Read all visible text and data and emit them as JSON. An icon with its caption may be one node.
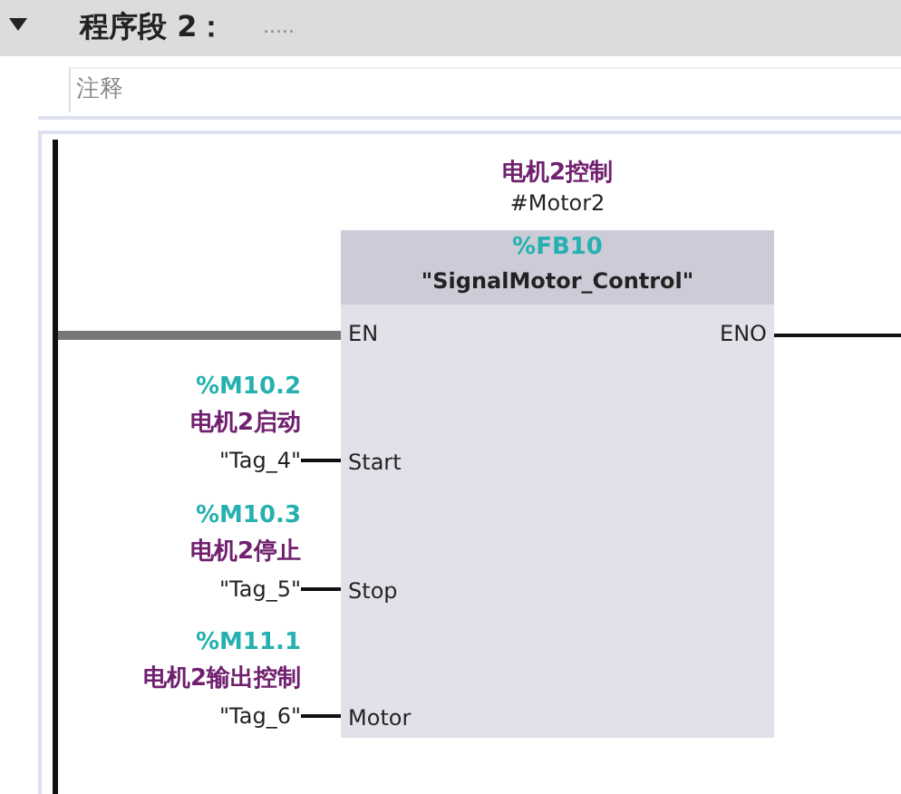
{
  "diagram": {
    "title": "程序段 2：",
    "nodes": [
      {
        "text": [
          "电机2控制",
          "#Motor2",
          "%FB10",
          "\"SignalMotor_Control\""
        ]
      },
      {
        "text": [
          "EN"
        ],
        "in": 0
      },
      {
        "text": [
          "ENO"
        ],
        "in": 0
      },
      {
        "text": [
          "Start"
        ],
        "in": 0
      },
      {
        "text": [
          "Stop"
        ],
        "in": 0
      },
      {
        "text": [
          "Motor"
        ],
        "in": 0
      },
      {
        "text": [],
        "shape": "bar"
      },
      {
        "text": [
          "%M10.2",
          "电机2启动",
          "\"Tag_4\""
        ]
      },
      {
        "text": [
          "%M10.3",
          "电机2停止",
          "\"Tag_5\""
        ]
      },
      {
        "text": [
          "%M11.1",
          "电机2输出控制",
          "\"Tag_6\""
        ]
      }
    ],
    "edges": [
      {
        "from": 6,
        "to": 1,
        "arrow": "none",
        "style": "thick",
        "color": "#777777"
      },
      {
        "from": 2,
        "to": null,
        "arrow": "none"
      },
      {
        "from": 7,
        "to": 3,
        "arrow": "none"
      },
      {
        "from": 8,
        "to": 4,
        "arrow": "none"
      },
      {
        "from": 9,
        "to": 5,
        "arrow": "none"
      }
    ],
    "labels": [
      ".....",
      "注释"
    ]
  }
}
